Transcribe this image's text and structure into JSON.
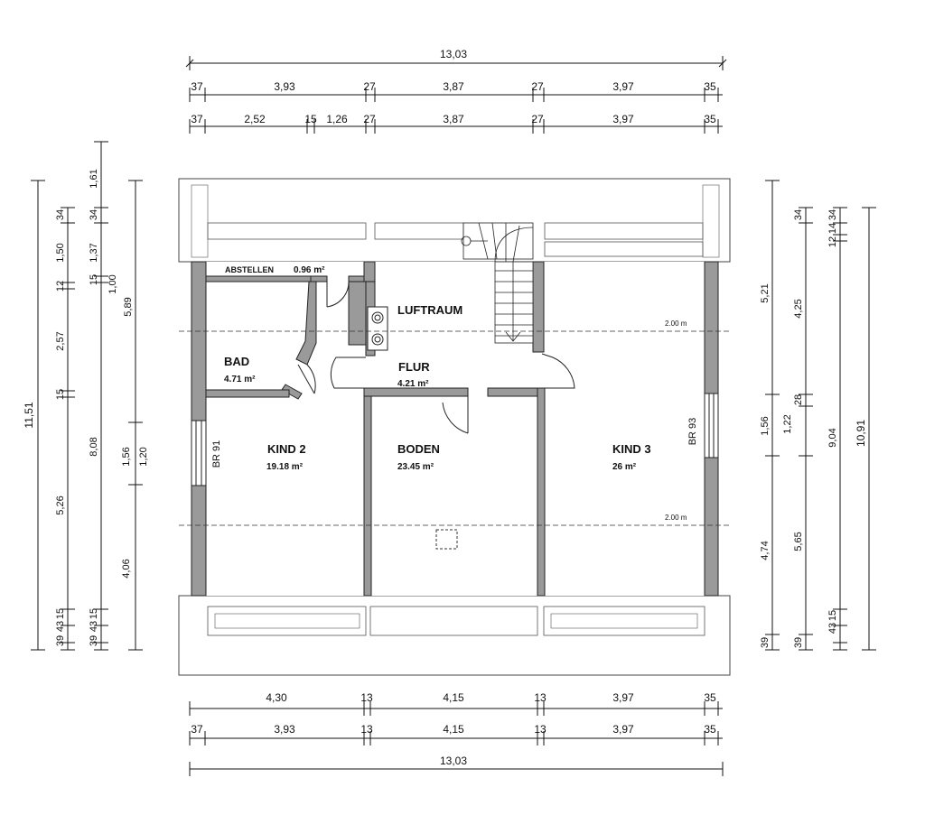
{
  "dimensions": {
    "top_total": "13,03",
    "top_row1": [
      "37",
      "3,93",
      "27",
      "3,87",
      "27",
      "3,97",
      "35"
    ],
    "top_row2": [
      "37",
      "2,52",
      "15",
      "1,26",
      "27",
      "3,87",
      "27",
      "3,97",
      "35"
    ],
    "bottom_row1": [
      "4,30",
      "13",
      "4,15",
      "13",
      "3,97",
      "35"
    ],
    "bottom_row2": [
      "37",
      "3,93",
      "13",
      "4,15",
      "13",
      "3,97",
      "35"
    ],
    "bottom_total": "13,03",
    "left_total": "11,51",
    "left_col1": [
      "34",
      "1,50",
      "12",
      "2,57",
      "15",
      "5,26",
      "39",
      "43",
      "15"
    ],
    "left_col2": [
      "1,61",
      "34",
      "1,37",
      "15",
      "8,08",
      "39",
      "43",
      "15"
    ],
    "left_col3": [
      "1,00",
      "5,89",
      "1,56",
      "1,20",
      "4,06"
    ],
    "right_col1": [
      "5,21",
      "1,56",
      "4,74",
      "39"
    ],
    "right_col2": [
      "34",
      "4,25",
      "28",
      "1,22",
      "5,65",
      "39"
    ],
    "right_col3": [
      "12",
      "14",
      "9,04",
      "43",
      "15"
    ],
    "right_col4": [
      "34",
      "10,91"
    ]
  },
  "rooms": {
    "abstellen": {
      "name": "ABSTELLEN",
      "area": "0.96 m²"
    },
    "bad": {
      "name": "BAD",
      "area": "4.71 m²"
    },
    "luftraum": {
      "name": "LUFTRAUM"
    },
    "flur": {
      "name": "FLUR",
      "area": "4.21 m²"
    },
    "kind2": {
      "name": "KIND 2",
      "area": "19.18 m²"
    },
    "boden": {
      "name": "BODEN",
      "area": "23.45 m²"
    },
    "kind3": {
      "name": "KIND 3",
      "area": "26 m²"
    }
  },
  "windows": {
    "left": "BR 91",
    "right": "BR 93"
  },
  "height_notes": [
    "2.00 m",
    "2.00 m"
  ]
}
